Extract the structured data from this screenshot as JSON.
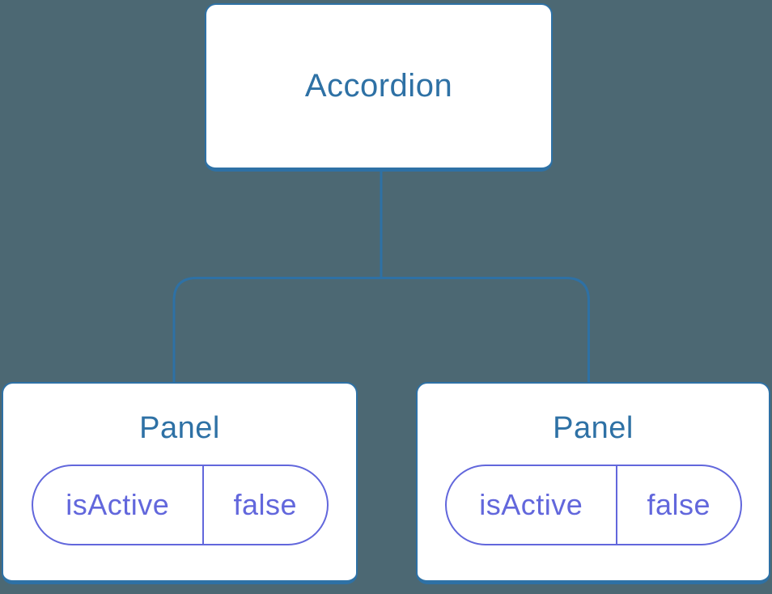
{
  "colors": {
    "background": "#4C6873",
    "line_blue": "#2E71A5",
    "box_fill": "#FFFFFF",
    "state_purple": "#6267DC"
  },
  "diagram": {
    "type": "component-tree",
    "root": {
      "label": "Accordion"
    },
    "children": [
      {
        "label": "Panel",
        "state": {
          "key": "isActive",
          "value": "false"
        }
      },
      {
        "label": "Panel",
        "state": {
          "key": "isActive",
          "value": "false"
        }
      }
    ]
  }
}
